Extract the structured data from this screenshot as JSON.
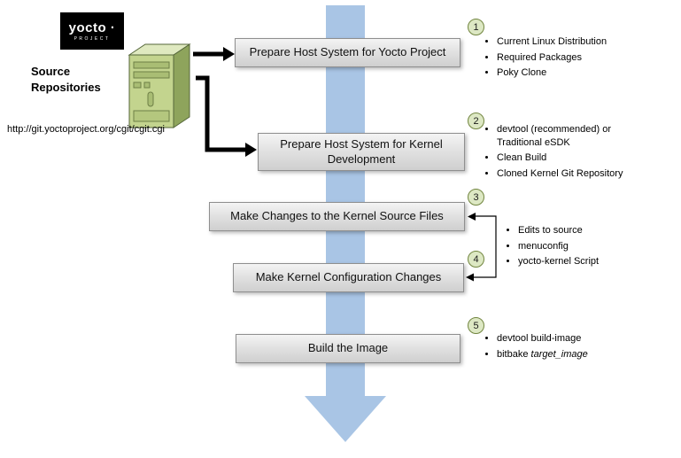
{
  "logo": {
    "brand": "yocto ·",
    "sub": "PROJECT"
  },
  "source": {
    "label": "Source\nRepositories",
    "url": "http://git.yoctoproject.org/cgit/cgit.cgi"
  },
  "steps": [
    {
      "num": "1",
      "label": "Prepare Host System for Yocto Project"
    },
    {
      "num": "2",
      "label": "Prepare Host System for Kernel Development"
    },
    {
      "num": "3",
      "label": "Make Changes to the Kernel Source Files"
    },
    {
      "num": "4",
      "label": "Make Kernel Configuration Changes"
    },
    {
      "num": "5",
      "label": "Build the Image"
    }
  ],
  "annotations": {
    "step1": [
      "Current Linux Distribution",
      "Required Packages",
      "Poky Clone"
    ],
    "step2": [
      "devtool (recommended) or\nTraditional eSDK",
      "Clean Build",
      "Cloned Kernel Git Repository"
    ],
    "steps3and4": [
      "Edits to source",
      "menuconfig",
      "yocto-kernel Script"
    ],
    "step5": {
      "item1": "devtool build-image",
      "item2_prefix": "bitbake ",
      "item2_em": "target_image"
    }
  },
  "colors": {
    "flow_arrow": "#a9c5e5",
    "box_border": "#8f8f8f",
    "circle_fill": "#dde8c4",
    "circle_border": "#71853f",
    "server_front": "#c3d48e",
    "server_side": "#8ea45c"
  }
}
